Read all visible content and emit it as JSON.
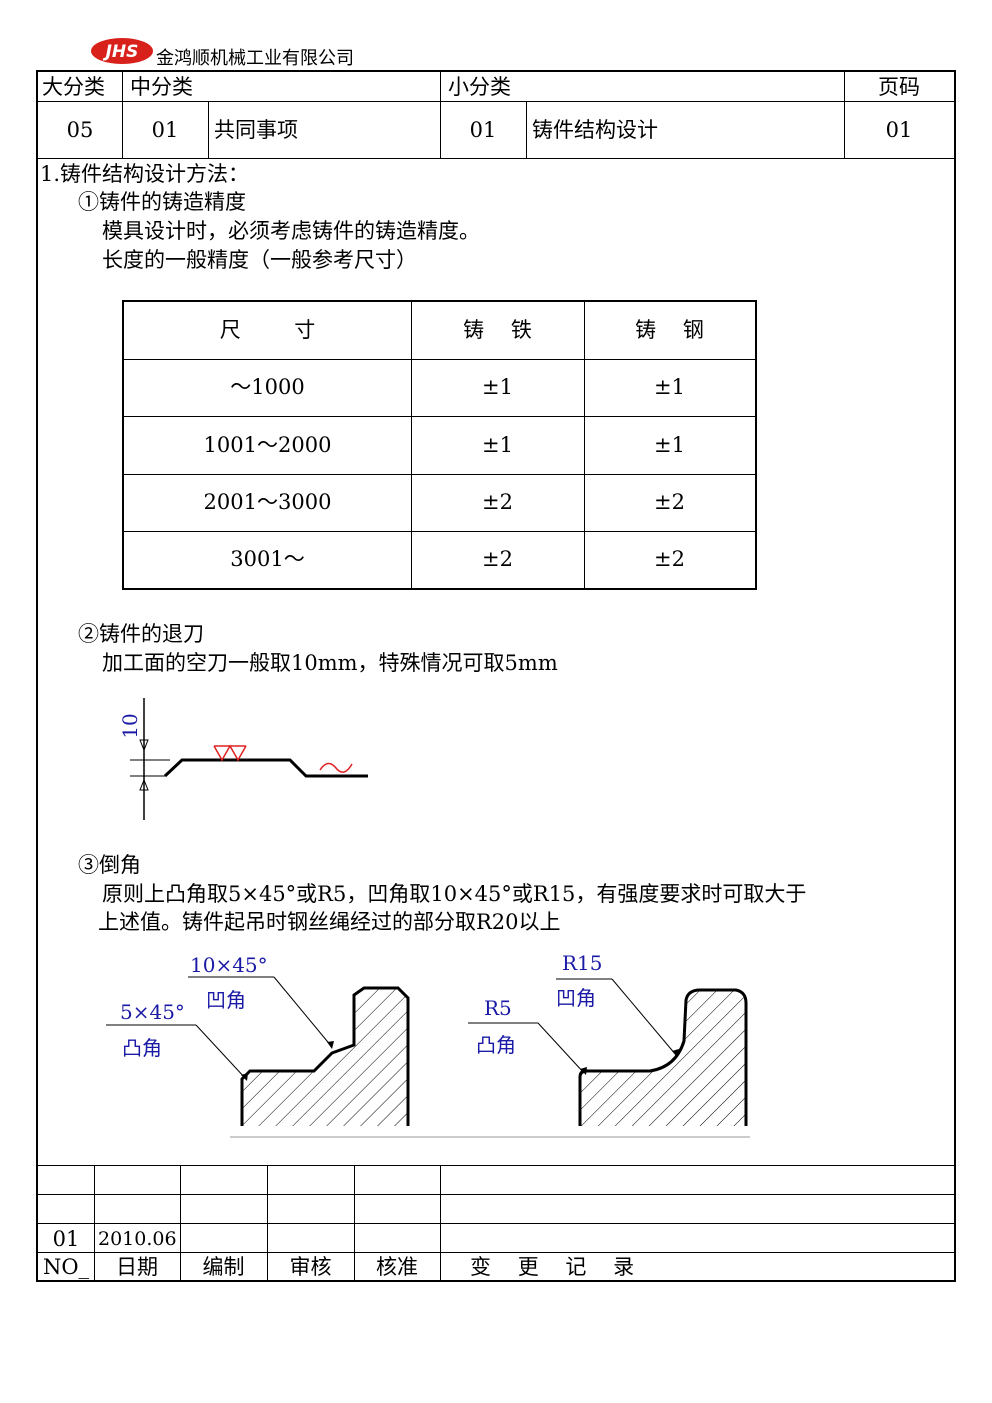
{
  "header": {
    "company": "金鸿顺机械工业有限公司",
    "logo_text": "JHS",
    "col_major": "大分类",
    "col_middle": "中分类",
    "col_minor": "小分类",
    "col_page": "页码",
    "major_value": "05",
    "middle_code": "01",
    "middle_name": "共同事项",
    "minor_code": "01",
    "minor_name": "铸件结构设计",
    "page_value": "01"
  },
  "content": {
    "section_title": "1.铸件结构设计方法：",
    "s1_title": "①铸件的铸造精度",
    "s1_line1": "模具设计时，必须考虑铸件的铸造精度。",
    "s1_line2": "长度的一般精度（一般参考尺寸）",
    "table": {
      "headers": [
        "尺        寸",
        "铸    铁",
        "铸    钢"
      ],
      "rows": [
        [
          "～1000",
          "±1",
          "±1"
        ],
        [
          "1001～2000",
          "±1",
          "±1"
        ],
        [
          "2001～3000",
          "±2",
          "±2"
        ],
        [
          "3001～",
          "±2",
          "±2"
        ]
      ]
    },
    "s2_title": "②铸件的退刀",
    "s2_line1": "加工面的空刀一般取10mm，特殊情况可取5mm",
    "s2_dim": "10",
    "s3_title": "③倒角",
    "s3_line1": "原则上凸角取5×45°或R5，凹角取10×45°或R15，有强度要求时可取大于",
    "s3_line2": "上述值。铸件起吊时钢丝绳经过的部分取R20以上",
    "fig_left": {
      "label_top": "10×45°",
      "label_top_sub": "凹角",
      "label_bottom": "5×45°",
      "label_bottom_sub": "凸角"
    },
    "fig_right": {
      "label_top": "R15",
      "label_top_sub": "凹角",
      "label_bottom": "R5",
      "label_bottom_sub": "凸角"
    }
  },
  "footer": {
    "row_no": "01",
    "row_date": "2010.06",
    "labels": [
      "NO_",
      "日期",
      "编制",
      "审核",
      "核准"
    ],
    "change_record": "变    更    记    录"
  },
  "colors": {
    "logo_red": "#d9211c",
    "annotation_blue": "#1a1aa6",
    "mark_red": "#e02020"
  }
}
